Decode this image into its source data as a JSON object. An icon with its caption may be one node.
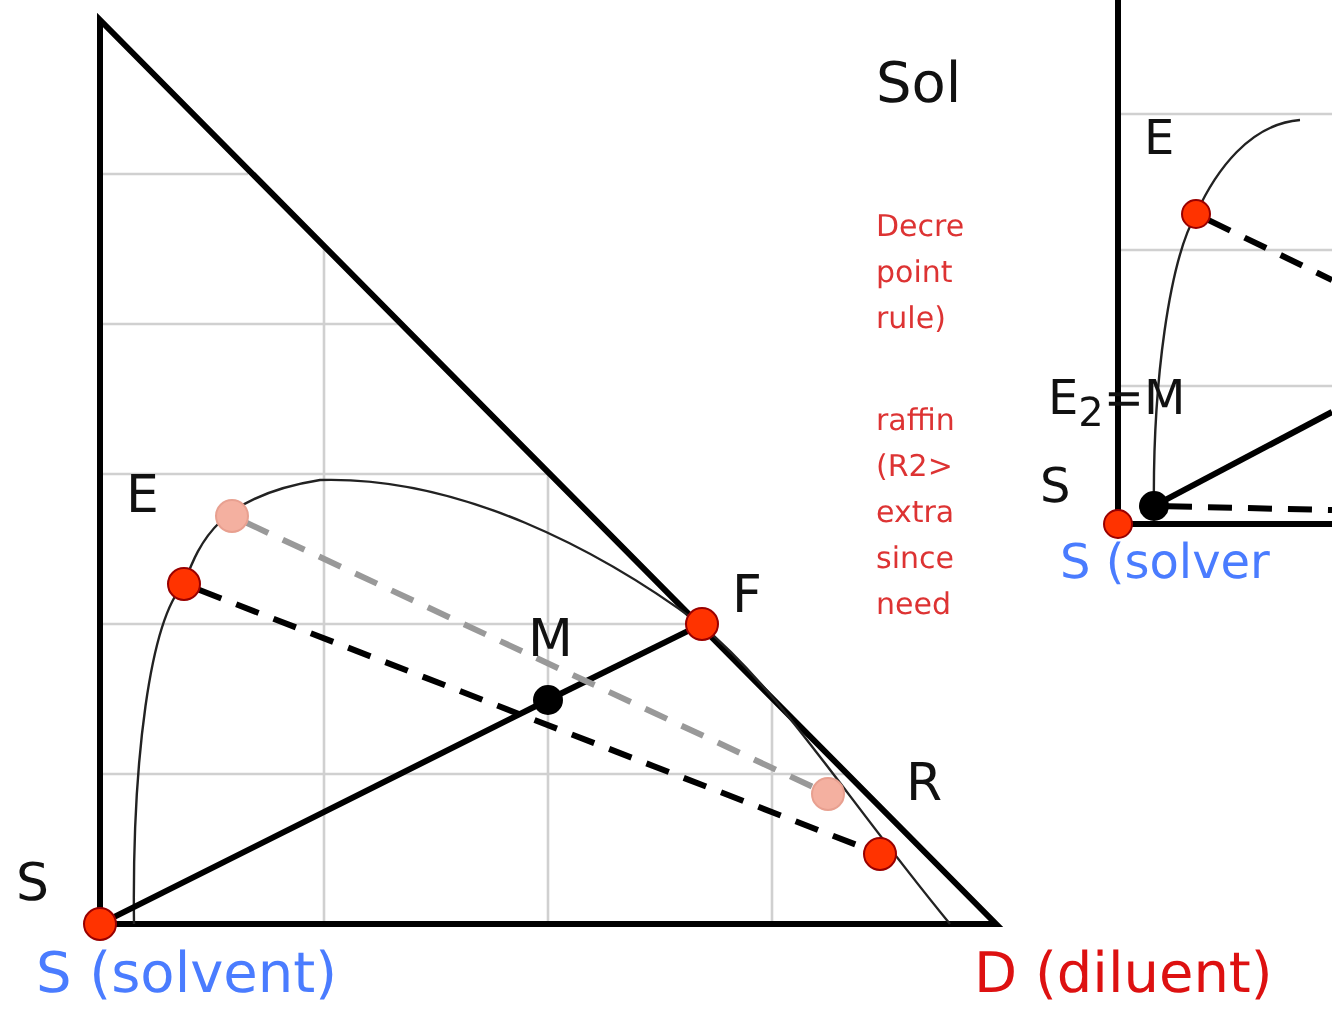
{
  "diagram": {
    "nodes": [
      {
        "text": [],
        "shape": "circle"
      },
      {
        "text": [],
        "shape": "circle"
      },
      {
        "text": [],
        "shape": "circle"
      },
      {
        "text": [],
        "shape": "circle"
      },
      {
        "text": [],
        "shape": "circle"
      },
      {
        "text": [],
        "shape": "circle"
      },
      {
        "text": [],
        "shape": "circle"
      },
      {
        "text": [],
        "shape": "circle"
      },
      {
        "text": [],
        "shape": "circle"
      },
      {
        "text": [],
        "shape": "circle"
      }
    ],
    "edges": [
      {
        "from": 0,
        "to": 3,
        "arrow": "none"
      },
      {
        "from": 3,
        "to": 4,
        "arrow": "none"
      },
      {
        "from": 1,
        "to": 6,
        "arrow": "none",
        "style": "dashed"
      },
      {
        "from": 2,
        "to": 5,
        "arrow": "none",
        "style": "dashed",
        "color": "#999999"
      },
      {
        "from": 7,
        "to": null,
        "arrow": "none",
        "style": "dashed"
      },
      {
        "from": 9,
        "to": null,
        "arrow": "none"
      },
      {
        "from": 9,
        "to": null,
        "arrow": "none",
        "style": "dashed"
      }
    ],
    "labels": [
      "Sol",
      "E",
      "Decre point rule)",
      "raffin (R2> extra since need",
      "E$_{2}$=M",
      "S",
      "E",
      "F",
      "M",
      "R",
      "S",
      "S (solvent)",
      "D (diluent)",
      "S (solver"
    ]
  }
}
